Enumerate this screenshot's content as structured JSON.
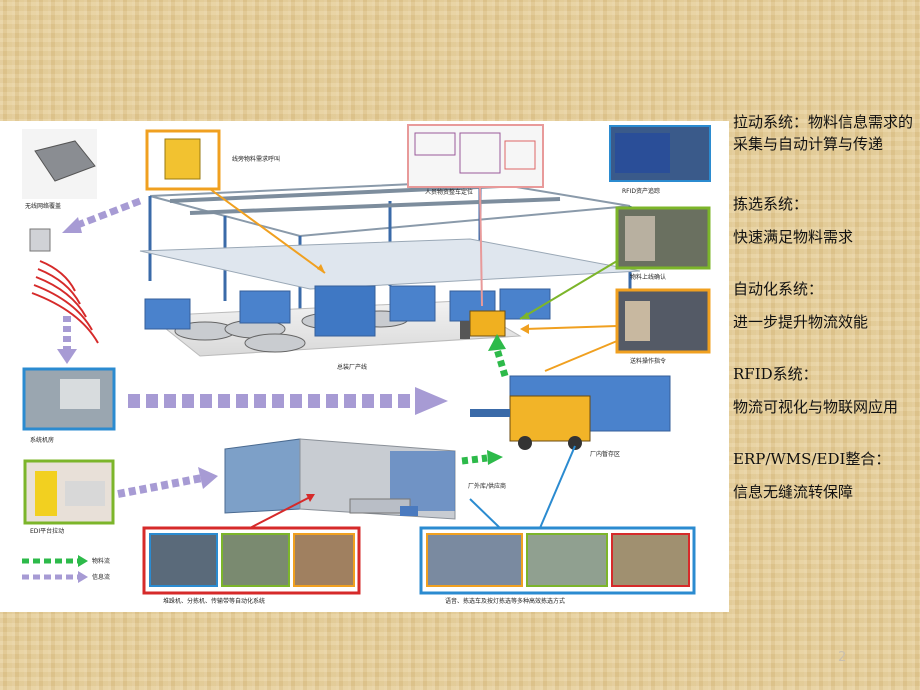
{
  "figure": {
    "labels": {
      "wireless": "无线网络覆盖",
      "call": "线旁物料需求呼叫",
      "personnel": "人员物资整车定位",
      "rfid_tracking": "RFID资产追踪",
      "material_confirm": "物料上线确认",
      "delivery_cmd": "送料操作指令",
      "assembly_line": "总装厂产线",
      "system_room": "系统机房",
      "factory_buffer": "厂内暂存区",
      "supplier_warehouse": "厂外库/供应商",
      "edi": "EDI平台拉动",
      "legend_material": "物料流",
      "legend_info": "信息流",
      "automation_systems": "堆跺机、分拣机、传输带等自动化系统",
      "picking_methods": "语音、拣选车及按灯拣选等多种高效拣选方式"
    },
    "colors": {
      "blue_frame": "#2b8bd0",
      "orange_frame": "#f0a020",
      "green_frame": "#7cb52a",
      "pink_frame": "#e89a9a",
      "red_frame": "#d62a2a",
      "purple_arrow": "#a79bd4",
      "green_arrow": "#2dba4a"
    }
  },
  "panel": {
    "items": [
      {
        "heading": "拉动系统：物料信息需求的采集与自动计算与传递",
        "desc": ""
      },
      {
        "heading": "拣选系统：",
        "desc": "快速满足物料需求"
      },
      {
        "heading": "自动化系统：",
        "desc": "进一步提升物流效能"
      },
      {
        "heading": "RFID系统：",
        "desc": "物流可视化与物联网应用"
      },
      {
        "heading": "ERP/WMS/EDI整合：",
        "desc": "信息无缝流转保障"
      }
    ]
  },
  "page_number": "2"
}
